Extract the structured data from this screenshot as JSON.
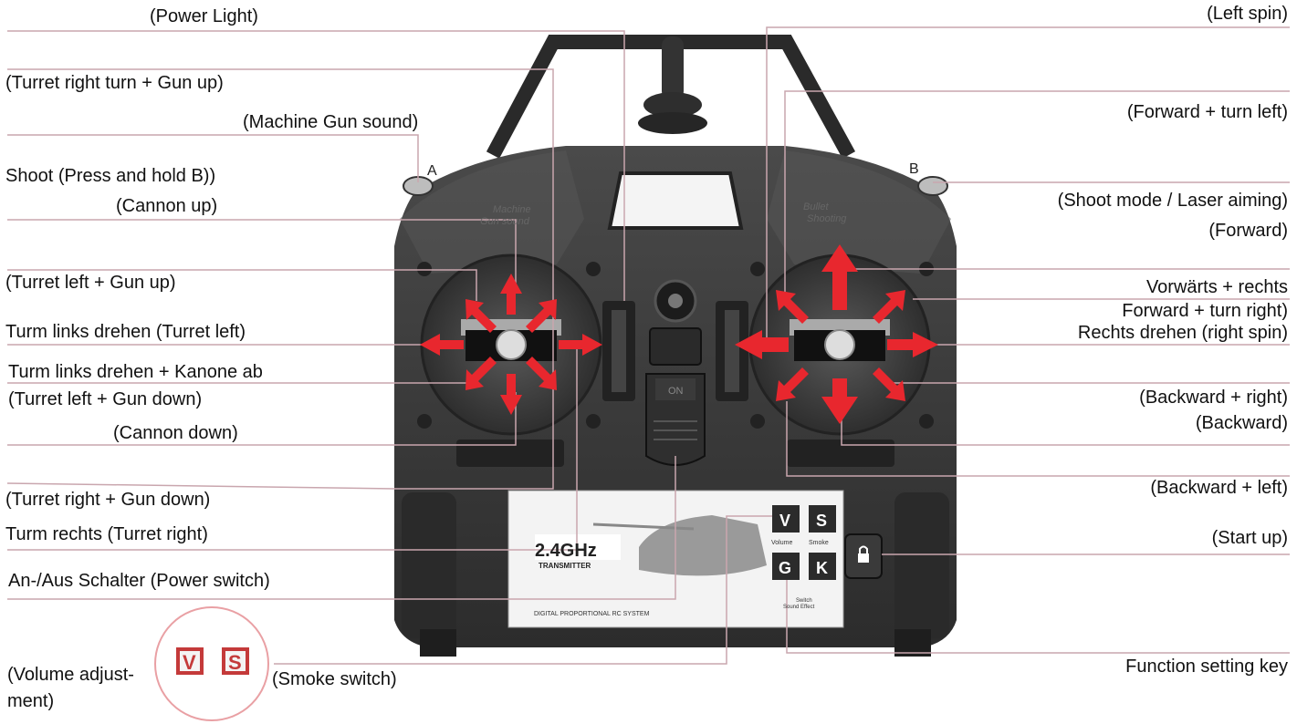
{
  "labels_left": {
    "power_light": "(Power Light)",
    "turret_right_gun_up": "(Turret right turn + Gun up)",
    "machine_gun_sound": "(Machine Gun sound)",
    "shoot": "Shoot (Press and hold B))",
    "cannon_up": "(Cannon up)",
    "turret_left_gun_up": "(Turret left + Gun up)",
    "turm_links": "Turm links drehen (Turret left)",
    "turm_links_kanone": "Turm links drehen + Kanone ab",
    "turret_left_gun_down": "(Turret left + Gun down)",
    "cannon_down": "(Cannon down)",
    "turret_right_gun_down": "(Turret right + Gun down)",
    "turm_rechts": "Turm rechts (Turret right)",
    "power_switch": "An-/Aus Schalter (Power switch)",
    "volume_1": "(Volume adjust-",
    "volume_2": "ment)",
    "smoke_switch": "(Smoke switch)"
  },
  "labels_right": {
    "left_spin": "(Left spin)",
    "forward_turn_left": "(Forward + turn left)",
    "shoot_mode": "(Shoot mode / Laser aiming)",
    "forward": "(Forward)",
    "vorwaerts_rechts": "Vorwärts + rechts",
    "forward_turn_right": "Forward + turn right)",
    "rechts_drehen": "Rechts drehen (right spin)",
    "backward_right": "(Backward + right)",
    "backward": "(Backward)",
    "backward_left": "(Backward + left)",
    "start_up": "(Start up)",
    "function_key": "Function setting key"
  },
  "device": {
    "label_a": "A",
    "label_b": "B",
    "machine_gun_1": "Machine",
    "machine_gun_2": "Gun sound",
    "bullet_1": "Bullet",
    "bullet_2": "Shooting",
    "on_label": "ON",
    "freq": "2.4GHz",
    "transmitter": "TRANSMITTER",
    "system": "DIGITAL PROPORTIONAL RC SYSTEM",
    "key_v": "V",
    "key_s": "S",
    "key_g": "G",
    "key_k": "K",
    "volume_caption": "Volume",
    "smoke_caption": "Smoke",
    "switch_caption_1": "Switch",
    "switch_caption_2": "Sound Effect"
  },
  "colors": {
    "arrow_red": "#e8272e",
    "leader_line": "#c9a6ae",
    "body_dark": "#3a3a3a"
  }
}
